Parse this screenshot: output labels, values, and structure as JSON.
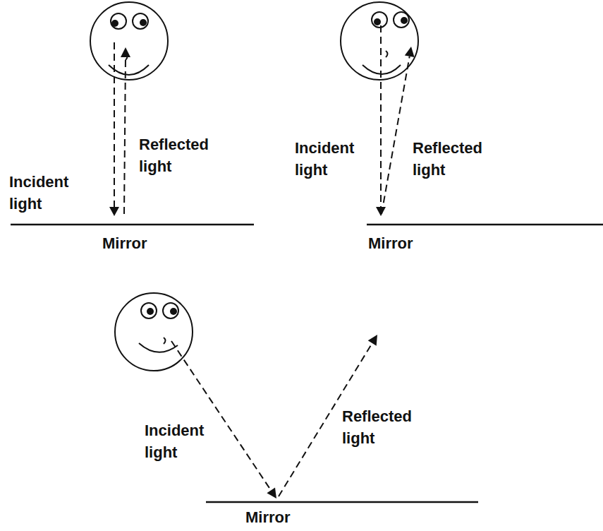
{
  "diagram": {
    "labels": [
      "Reflected light",
      "Incident light",
      "Mirror",
      "Incident light",
      "Reflected light",
      "Mirror",
      "Incident light",
      "Reflected light",
      "Mirror"
    ]
  }
}
